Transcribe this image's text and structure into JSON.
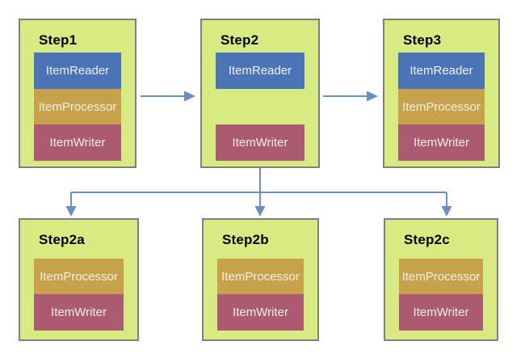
{
  "diagram": {
    "colors": {
      "box_fill": "#d8eb83",
      "box_border": "#7f7f7f",
      "reader": "#4a73b8",
      "processor": "#c8a24a",
      "writer": "#ab5a71",
      "arrow": "#6a8fc4",
      "title_text": "#000000",
      "component_text": "#f1f0e6"
    },
    "steps": [
      {
        "label": "Step1",
        "components": [
          {
            "label": "ItemReader",
            "type": "reader"
          },
          {
            "label": "ItemProcessor",
            "type": "processor"
          },
          {
            "label": "ItemWriter",
            "type": "writer"
          }
        ]
      },
      {
        "label": "Step2",
        "components": [
          {
            "label": "ItemReader",
            "type": "reader"
          },
          {
            "label": "ItemWriter",
            "type": "writer"
          }
        ]
      },
      {
        "label": "Step3",
        "components": [
          {
            "label": "ItemReader",
            "type": "reader"
          },
          {
            "label": "ItemProcessor",
            "type": "processor"
          },
          {
            "label": "ItemWriter",
            "type": "writer"
          }
        ]
      },
      {
        "label": "Step2a",
        "components": [
          {
            "label": "ItemProcessor",
            "type": "processor"
          },
          {
            "label": "ItemWriter",
            "type": "writer"
          }
        ]
      },
      {
        "label": "Step2b",
        "components": [
          {
            "label": "ItemProcessor",
            "type": "processor"
          },
          {
            "label": "ItemWriter",
            "type": "writer"
          }
        ]
      },
      {
        "label": "Step2c",
        "components": [
          {
            "label": "ItemProcessor",
            "type": "processor"
          },
          {
            "label": "ItemWriter",
            "type": "writer"
          }
        ]
      }
    ],
    "connections": [
      {
        "from": "Step1",
        "to": "Step2"
      },
      {
        "from": "Step2",
        "to": "Step3"
      },
      {
        "from": "Step2",
        "to": "Step2a"
      },
      {
        "from": "Step2",
        "to": "Step2b"
      },
      {
        "from": "Step2",
        "to": "Step2c"
      }
    ]
  }
}
